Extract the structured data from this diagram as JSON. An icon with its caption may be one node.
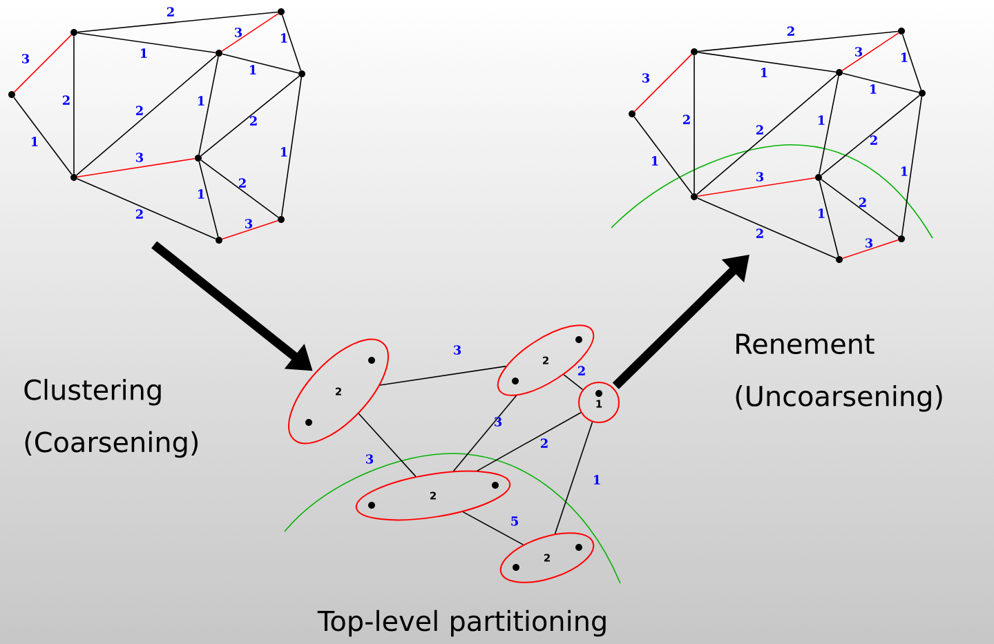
{
  "diagram": {
    "nodes": [
      {
        "text": [],
        "shape": "circle"
      },
      {
        "text": [],
        "shape": "circle"
      },
      {
        "text": [],
        "shape": "circle"
      },
      {
        "text": [],
        "shape": "circle"
      },
      {
        "text": [],
        "shape": "circle"
      },
      {
        "text": [],
        "shape": "circle"
      },
      {
        "text": [],
        "shape": "circle"
      },
      {
        "text": [],
        "shape": "circle"
      },
      {
        "text": [],
        "shape": "circle"
      },
      {
        "text": [],
        "shape": "circle"
      },
      {
        "text": [],
        "shape": "circle"
      },
      {
        "text": [],
        "shape": "circle"
      },
      {
        "text": [],
        "shape": "circle"
      },
      {
        "text": [],
        "shape": "circle"
      },
      {
        "text": [],
        "shape": "circle"
      },
      {
        "text": [],
        "shape": "circle"
      },
      {
        "text": [],
        "shape": "circle"
      },
      {
        "text": [],
        "shape": "circle"
      },
      {
        "text": [
          "2"
        ]
      },
      {
        "text": [],
        "shape": "circle",
        "in": 18
      },
      {
        "text": [],
        "shape": "circle",
        "in": 18
      },
      {
        "text": [
          "2"
        ]
      },
      {
        "text": [],
        "shape": "circle",
        "in": 21
      },
      {
        "text": [],
        "shape": "circle",
        "in": 21
      },
      {
        "text": [
          "1"
        ]
      },
      {
        "text": [],
        "shape": "circle",
        "in": 24
      },
      {
        "text": [
          "2"
        ]
      },
      {
        "text": [],
        "shape": "circle",
        "in": 26
      },
      {
        "text": [],
        "shape": "circle",
        "in": 26
      },
      {
        "text": [
          "2"
        ]
      },
      {
        "text": [],
        "shape": "circle",
        "in": 29
      },
      {
        "text": [],
        "shape": "circle",
        "in": 29
      }
    ],
    "edges": [
      {
        "from": 0,
        "to": 1,
        "arrow": "none",
        "label": "3",
        "color": "#ff0000"
      },
      {
        "from": 0,
        "to": 5,
        "arrow": "none",
        "label": "1"
      },
      {
        "from": 1,
        "to": 2,
        "arrow": "none",
        "label": "2"
      },
      {
        "from": 1,
        "to": 3,
        "arrow": "none",
        "label": "1"
      },
      {
        "from": 1,
        "to": 5,
        "arrow": "none",
        "label": "2"
      },
      {
        "from": 2,
        "to": 3,
        "arrow": "none",
        "label": "3",
        "color": "#ff0000"
      },
      {
        "from": 2,
        "to": 4,
        "arrow": "none",
        "label": "1"
      },
      {
        "from": 3,
        "to": 4,
        "arrow": "none",
        "label": "1"
      },
      {
        "from": 3,
        "to": 5,
        "arrow": "none",
        "label": "2"
      },
      {
        "from": 3,
        "to": 6,
        "arrow": "none",
        "label": "1"
      },
      {
        "from": 4,
        "to": 6,
        "arrow": "none",
        "label": "2"
      },
      {
        "from": 4,
        "to": 8,
        "arrow": "none",
        "label": "1"
      },
      {
        "from": 5,
        "to": 6,
        "arrow": "none",
        "label": "3",
        "color": "#ff0000"
      },
      {
        "from": 5,
        "to": 7,
        "arrow": "none",
        "label": "2"
      },
      {
        "from": 6,
        "to": 7,
        "arrow": "none",
        "label": "1"
      },
      {
        "from": 6,
        "to": 8,
        "arrow": "none",
        "label": "2"
      },
      {
        "from": 7,
        "to": 8,
        "arrow": "none",
        "label": "3",
        "color": "#ff0000"
      },
      {
        "from": 9,
        "to": 10,
        "arrow": "none",
        "label": "3",
        "color": "#ff0000"
      },
      {
        "from": 9,
        "to": 14,
        "arrow": "none",
        "label": "1"
      },
      {
        "from": 10,
        "to": 11,
        "arrow": "none",
        "label": "2"
      },
      {
        "from": 10,
        "to": 12,
        "arrow": "none",
        "label": "1"
      },
      {
        "from": 10,
        "to": 14,
        "arrow": "none",
        "label": "2"
      },
      {
        "from": 11,
        "to": 12,
        "arrow": "none",
        "label": "3",
        "color": "#ff0000"
      },
      {
        "from": 11,
        "to": 13,
        "arrow": "none",
        "label": "1"
      },
      {
        "from": 12,
        "to": 13,
        "arrow": "none",
        "label": "1"
      },
      {
        "from": 12,
        "to": 14,
        "arrow": "none",
        "label": "2"
      },
      {
        "from": 12,
        "to": 15,
        "arrow": "none",
        "label": "1"
      },
      {
        "from": 13,
        "to": 15,
        "arrow": "none",
        "label": "2"
      },
      {
        "from": 13,
        "to": 17,
        "arrow": "none",
        "label": "1"
      },
      {
        "from": 14,
        "to": 15,
        "arrow": "none",
        "label": "3",
        "color": "#ff0000"
      },
      {
        "from": 14,
        "to": 16,
        "arrow": "none",
        "label": "2"
      },
      {
        "from": 15,
        "to": 16,
        "arrow": "none",
        "label": "1"
      },
      {
        "from": 15,
        "to": 17,
        "arrow": "none",
        "label": "2"
      },
      {
        "from": 16,
        "to": 17,
        "arrow": "none",
        "label": "3",
        "color": "#ff0000"
      },
      {
        "from": 18,
        "to": 21,
        "arrow": "none",
        "label": "3"
      },
      {
        "from": 18,
        "to": 26,
        "arrow": "none",
        "label": "3"
      },
      {
        "from": 21,
        "to": 24,
        "arrow": "none",
        "label": "2"
      },
      {
        "from": 21,
        "to": 26,
        "arrow": "none",
        "label": "3"
      },
      {
        "from": 24,
        "to": 26,
        "arrow": "none",
        "label": "2"
      },
      {
        "from": 24,
        "to": 29,
        "arrow": "none",
        "label": "1"
      },
      {
        "from": 26,
        "to": 29,
        "arrow": "none",
        "label": "5"
      },
      {
        "from": null,
        "to": 18,
        "arrow": "to",
        "style": "thick"
      },
      {
        "from": 24,
        "to": null,
        "arrow": "to",
        "style": "thick"
      }
    ],
    "labels": [
      "Clustering (Coarsening)",
      "Renement (Uncoarsening)",
      "Top-level partitioning"
    ]
  }
}
